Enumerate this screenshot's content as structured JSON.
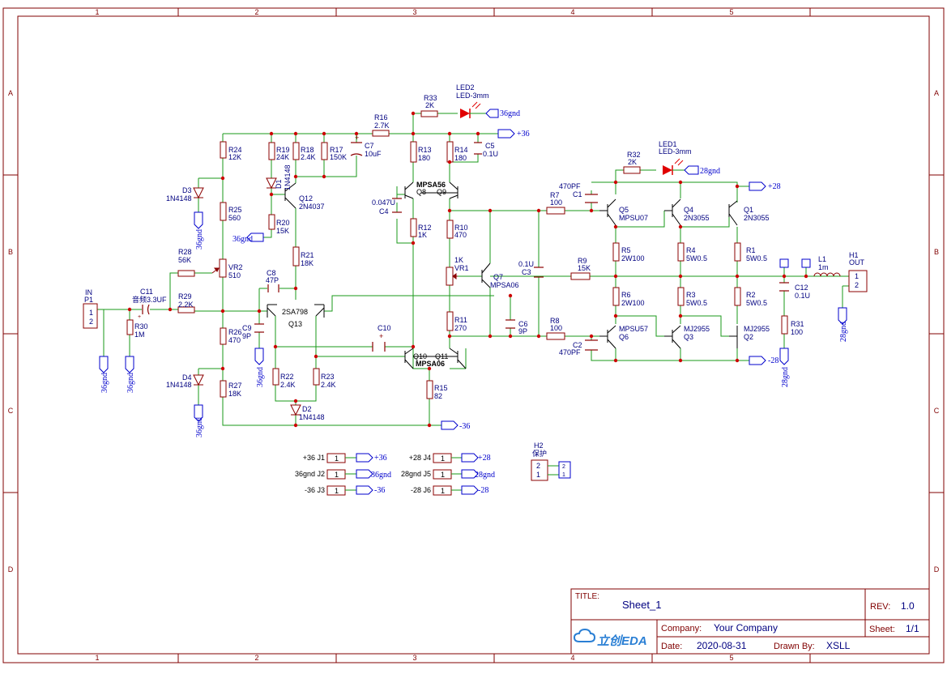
{
  "colors": {
    "wire": "#1a9a1a",
    "part": "#8b0000",
    "label": "#000080",
    "net": "#0000cc",
    "frame": "#800000",
    "junction": "#cc0000",
    "led": "#e00000"
  },
  "frame": {
    "cols": [
      "1",
      "2",
      "3",
      "4",
      "5"
    ],
    "rows": [
      "A",
      "B",
      "C",
      "D"
    ]
  },
  "title_block": {
    "title_label": "TITLE:",
    "title": "Sheet_1",
    "rev_label": "REV:",
    "rev": "1.0",
    "company_label": "Company:",
    "company": "Your Company",
    "sheet_label": "Sheet:",
    "sheet": "1/1",
    "date_label": "Date:",
    "date": "2020-08-31",
    "drawn_label": "Drawn By:",
    "drawn": "XSLL",
    "logo": "立创EDA"
  },
  "nets": {
    "p36": "+36",
    "n36": "-36",
    "g36": "36gnd",
    "p28": "+28",
    "n28": "-28",
    "g28": "28gnd"
  },
  "parts": {
    "p1": "IN",
    "p1b": "P1",
    "pin1": "1",
    "pin2": "2",
    "c11": "C11",
    "c11v": "音频3.3UF",
    "r30": "R30",
    "r30v": "1M",
    "r28": "R28",
    "r28v": "56K",
    "r29": "R29",
    "r29v": "2.2K",
    "vr2": "VR2",
    "vr2v": "510",
    "r24": "R24",
    "r24v": "12K",
    "r25": "R25",
    "r25v": "560",
    "d3": "D3",
    "d3v": "1N4148",
    "r26": "R26",
    "r26v": "470",
    "d4": "D4",
    "d4v": "1N4148",
    "r27": "R27",
    "r27v": "18K",
    "r19": "R19",
    "r19v": "24K",
    "r18": "R18",
    "r18v": "2.4K",
    "r17": "R17",
    "r17v": "150K",
    "c7": "C7",
    "c7v": "10uF",
    "d1": "D1",
    "d1v": "1N4148",
    "q12": "Q12",
    "q12v": "2N4037",
    "r20": "R20",
    "r20v": "15K",
    "r21": "R21",
    "r21v": "18K",
    "c8": "C8",
    "c8v": "47P",
    "q13v": "2SA798",
    "q13": "Q13",
    "c9": "C9",
    "c9v": "9P",
    "r22": "R22",
    "r22v": "2.4K",
    "r23": "R23",
    "r23v": "2.4K",
    "d2": "D2",
    "d2v": "1N4148",
    "r16": "R16",
    "r16v": "2.7K",
    "r33": "R33",
    "r33v": "2K",
    "led2": "LED2",
    "led2v": "LED-3mm",
    "r13": "R13",
    "r13v": "180",
    "r14": "R14",
    "r14v": "180",
    "c5": "C5",
    "c5v": "0.1U",
    "q8": "Q8",
    "q9": "Q9",
    "q89v": "MPSA56",
    "c4v": "0.047U",
    "c4": "C4",
    "r12": "R12",
    "r12v": "1K",
    "r10": "R10",
    "r10v": "470",
    "vr1v": "1K",
    "vr1": "VR1",
    "q7": "Q7",
    "q7v": "MPSA06",
    "r11": "R11",
    "r11v": "270",
    "c10": "C10",
    "q10": "Q10",
    "q11": "Q11",
    "q1011v": "MPSA06",
    "r15": "R15",
    "r15v": "82",
    "c3v": "0.1U",
    "c3": "C3",
    "c6": "C6",
    "c6v": "9P",
    "r7": "R7",
    "r7v": "100",
    "c1v": "470PF",
    "c1": "C1",
    "r9": "R9",
    "r9v": "15K",
    "r8": "R8",
    "r8v": "100",
    "c2": "C2",
    "c2v": "470PF",
    "r32": "R32",
    "r32v": "2K",
    "led1": "LED1",
    "led1v": "LED-3mm",
    "q5": "Q5",
    "q5v": "MPSU07",
    "q4": "Q4",
    "q4v": "2N3055",
    "q1": "Q1",
    "q1v": "2N3055",
    "r5": "R5",
    "r5v": "2W100",
    "r4": "R4",
    "r4v": "5W0.5",
    "r1": "R1",
    "r1v": "5W0.5",
    "r6": "R6",
    "r6v": "2W100",
    "r3": "R3",
    "r3v": "5W0.5",
    "r2": "R2",
    "r2v": "5W0.5",
    "q6v": "MPSU57",
    "q6": "Q6",
    "q3v": "MJ2955",
    "q3": "Q3",
    "q2v": "MJ2955",
    "q2": "Q2",
    "l1": "L1",
    "l1v": "1m",
    "h1": "H1",
    "h1v": "OUT",
    "c12": "C12",
    "c12v": "0.1U",
    "r31": "R31",
    "r31v": "100",
    "h2": "H2",
    "h2v": "保护",
    "j1": "+36 J1",
    "j2": "36gnd J2",
    "j3": "-36 J3",
    "j4": "+28 J4",
    "j5": "28gnd J5",
    "j6": "-28 J6",
    "one": "1"
  }
}
